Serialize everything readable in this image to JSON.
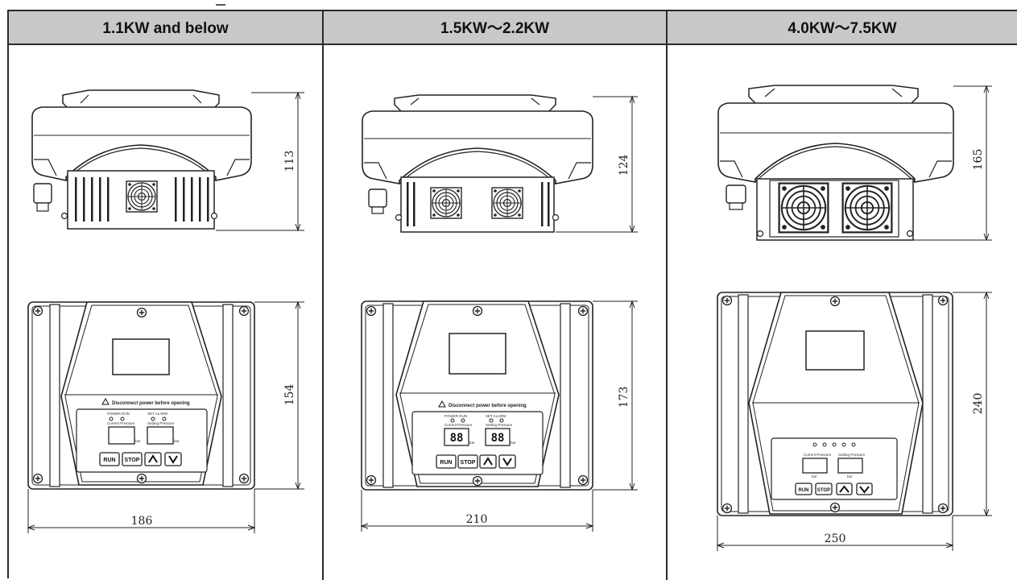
{
  "columns": [
    {
      "header": "1.1KW and below",
      "dims": {
        "side_height": "113",
        "front_height": "154",
        "front_width": "186"
      },
      "panel": {
        "warning": "Disconnect power before opening",
        "led_left": "POWER RUN",
        "led_right": "SET ALARM",
        "left_display_label": "Current Pressure",
        "right_display_label": "Setting Pressure",
        "unit": "bar",
        "buttons": [
          "RUN",
          "STOP"
        ],
        "up_icon": "up-arrow-icon",
        "down_icon": "down-arrow-icon"
      }
    },
    {
      "header": "1.5KW～2.2KW",
      "dims": {
        "side_height": "124",
        "front_height": "173",
        "front_width": "210"
      },
      "panel": {
        "warning": "Disconnect power before opening",
        "led_left": "POWER RUN",
        "led_right": "SET ALARM",
        "left_display_label": "Current Pressure",
        "right_display_label": "Setting Pressure",
        "left_display_value": "88",
        "right_display_value": "88",
        "unit": "bar",
        "buttons": [
          "RUN",
          "STOP"
        ],
        "up_icon": "up-arrow-icon",
        "down_icon": "down-arrow-icon"
      }
    },
    {
      "header": "4.0KW～7.5KW",
      "dims": {
        "side_height": "165",
        "front_height": "240",
        "front_width": "250"
      },
      "panel": {
        "left_display_label": "Current Pressure",
        "right_display_label": "Setting Pressure",
        "unit": "bar",
        "buttons": [
          "RUN",
          "STOP"
        ],
        "up_icon": "up-arrow-icon",
        "down_icon": "down-arrow-icon"
      }
    }
  ]
}
